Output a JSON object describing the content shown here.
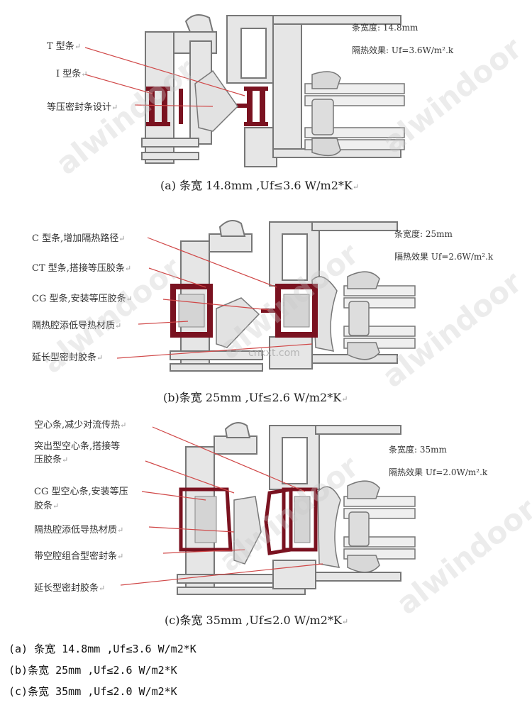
{
  "panel_a": {
    "labels": [
      "T 型条",
      "I 型条",
      "等压密封条设计"
    ],
    "spec": [
      "条宽度: 14.8mm",
      "隔热效果: Uf=3.6W/m².k"
    ],
    "caption": "(a) 条宽 14.8mm ,Uf≤3.6 W/m2*K"
  },
  "panel_b": {
    "labels": [
      "C 型条,增加隔热路径",
      "CT 型条,搭接等压胶条",
      "CG 型条,安装等压胶条",
      "隔热腔添低导热材质",
      "延长型密封胶条"
    ],
    "spec": [
      "条宽度: 25mm",
      "隔热效果 Uf=2.6W/m².k"
    ],
    "caption": "(b)条宽 25mm ,Uf≤2.6 W/m2*K"
  },
  "panel_c": {
    "labels": [
      "空心条,减少对流传热",
      "突出型空心条,搭接等",
      "压胶条",
      "CG 型空心条,安装等压",
      "胶条",
      "隔热腔添低导热材质",
      "带空腔组合型密封条",
      "延长型密封胶条"
    ],
    "spec": [
      "条宽度: 35mm",
      "隔热效果 Uf=2.0W/m².k"
    ],
    "caption": "(c)条宽 35mm ,Uf≤2.0 W/m2*K"
  },
  "summary": [
    "(a) 条宽 14.8mm ,Uf≤3.6 W/m2*K",
    "(b)条宽 25mm ,Uf≤2.6 W/m2*K",
    "(c)条宽 35mm ,Uf≤2.0 W/m2*K"
  ],
  "watermark": {
    "brand": "alwindoor",
    "site": "cnkxt.com"
  },
  "colors": {
    "profile": "#777777",
    "fill": "#e6e6e6",
    "strip": "#7a1220",
    "leader": "#d04848"
  }
}
